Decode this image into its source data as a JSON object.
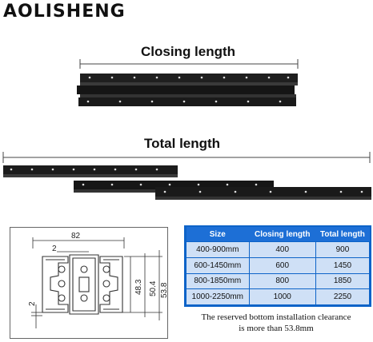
{
  "brand": "AOLISHENG",
  "labels": {
    "closing": "Closing length",
    "total": "Total length"
  },
  "diagram": {
    "dim_82": "82",
    "dim_2_top": "2",
    "dim_2_left": "2",
    "dim_48_3": "48.3",
    "dim_50_4": "50.4",
    "dim_53_8": "53.8"
  },
  "table": {
    "headers": [
      "Size",
      "Closing length",
      "Total length"
    ],
    "rows": [
      [
        "400-900mm",
        "400",
        "900"
      ],
      [
        "600-1450mm",
        "600",
        "1450"
      ],
      [
        "800-1850mm",
        "800",
        "1850"
      ],
      [
        "1000-2250mm",
        "1000",
        "2250"
      ]
    ]
  },
  "note": {
    "line1": "The reserved bottom installation clearance",
    "line2": "is more than 53.8mm"
  },
  "colors": {
    "table_header": "#1d6fd6",
    "table_cell": "#cfe0f6",
    "rail": "#1a1a1a"
  }
}
